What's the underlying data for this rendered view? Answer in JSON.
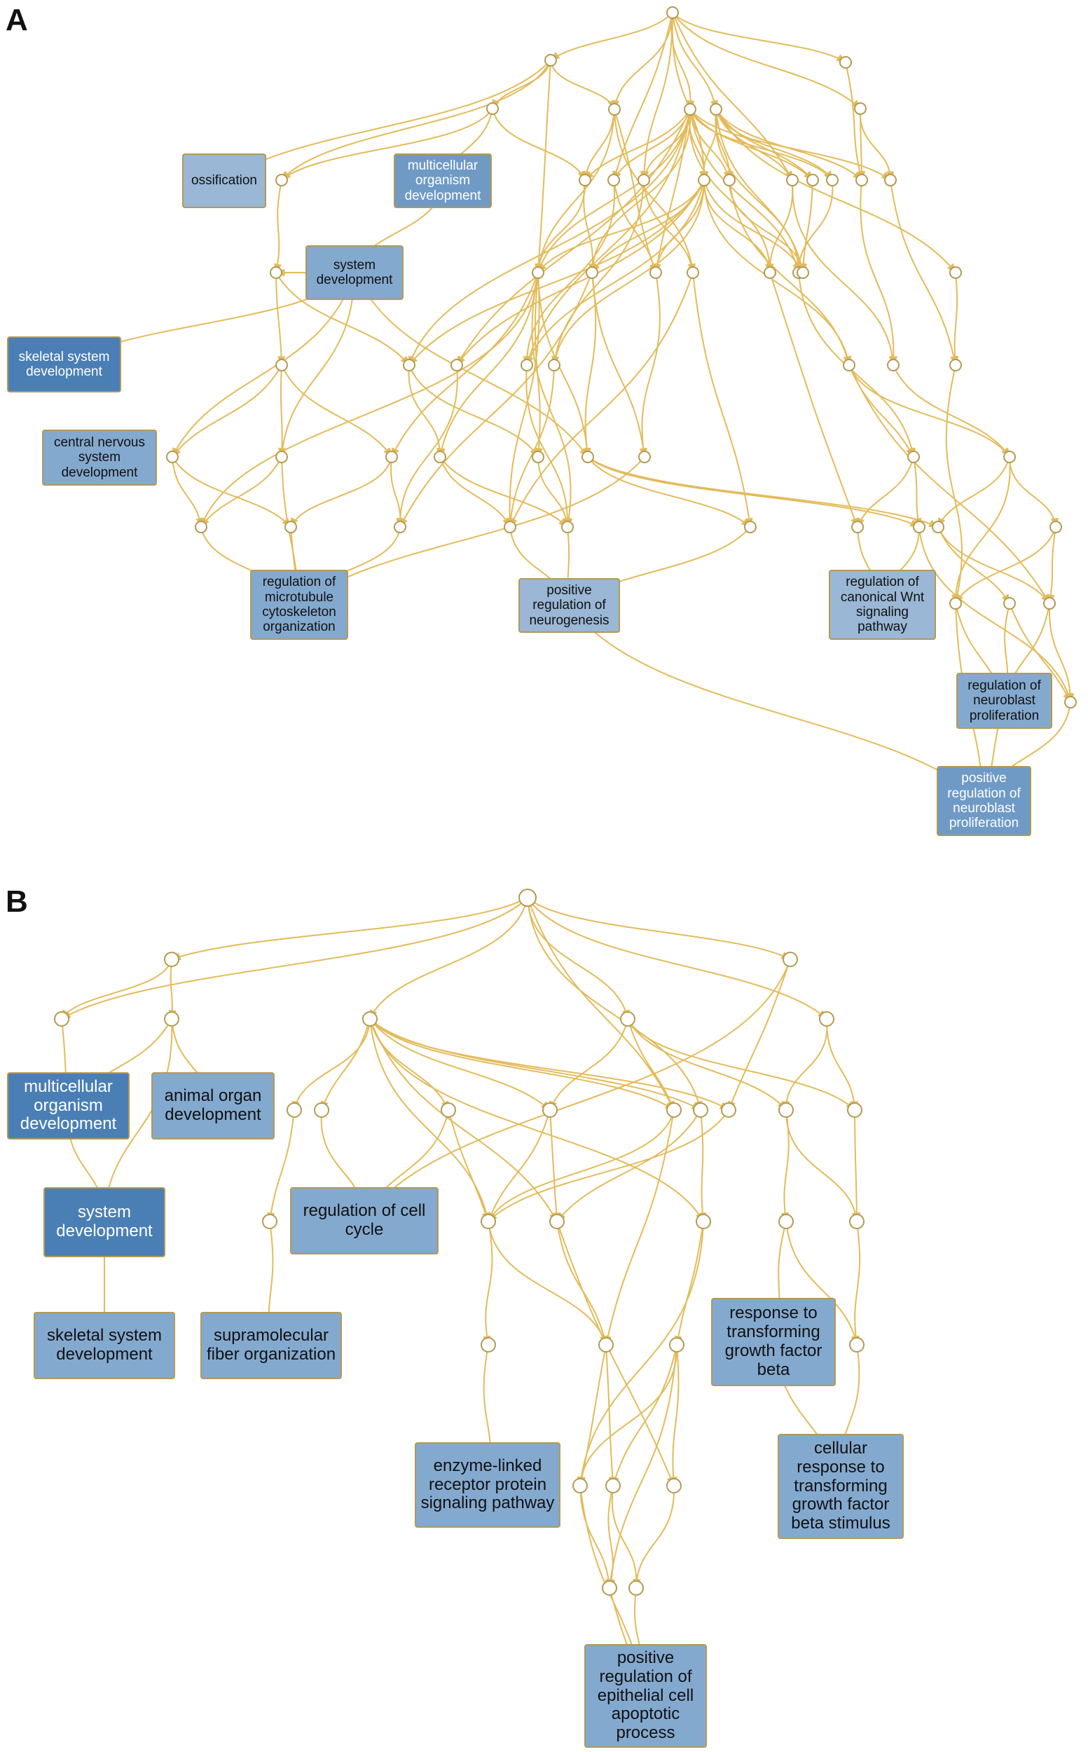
{
  "panel_labels": {
    "a": "A",
    "b": "B"
  },
  "colors": {
    "edge": "#e3bb5a",
    "node_stroke": "#b39a52",
    "node_fill": "#ffffff"
  },
  "panel_a": {
    "terms": [
      {
        "id": "ossification",
        "label": "ossification",
        "shade": "c1"
      },
      {
        "id": "multicellular-organism-development",
        "label": "multicellular organism development",
        "shade": "c3"
      },
      {
        "id": "system-development",
        "label": "system development",
        "shade": "c2"
      },
      {
        "id": "skeletal-system-development",
        "label": "skeletal system development",
        "shade": "c4"
      },
      {
        "id": "central-nervous-system-development",
        "label": "central nervous system development",
        "shade": "c2"
      },
      {
        "id": "regulation-of-microtubule-cytoskeleton-organization",
        "label": "regulation of microtubule cytoskeleton organization",
        "shade": "c2"
      },
      {
        "id": "positive-regulation-of-neurogenesis",
        "label": "positive regulation of neurogenesis",
        "shade": "c1"
      },
      {
        "id": "regulation-of-canonical-wnt-signaling-pathway",
        "label": "regulation of canonical Wnt signaling pathway",
        "shade": "c1"
      },
      {
        "id": "regulation-of-neuroblast-proliferation",
        "label": "regulation of neuroblast proliferation",
        "shade": "c2"
      },
      {
        "id": "positive-regulation-of-neuroblast-proliferation",
        "label": "positive regulation of neuroblast proliferation",
        "shade": "c3"
      }
    ]
  },
  "panel_b": {
    "terms": [
      {
        "id": "multicellular-organism-development",
        "label": "multicellular organism development",
        "shade": "c4"
      },
      {
        "id": "animal-organ-development",
        "label": "animal organ development",
        "shade": "c2"
      },
      {
        "id": "system-development",
        "label": "system development",
        "shade": "c4"
      },
      {
        "id": "regulation-of-cell-cycle",
        "label": "regulation of cell cycle",
        "shade": "c2"
      },
      {
        "id": "skeletal-system-development",
        "label": "skeletal system development",
        "shade": "c2"
      },
      {
        "id": "supramolecular-fiber-organization",
        "label": "supramolecular fiber organization",
        "shade": "c2"
      },
      {
        "id": "response-to-transforming-growth-factor-beta",
        "label": "response to transforming growth factor beta",
        "shade": "c2"
      },
      {
        "id": "enzyme-linked-receptor-protein-signaling-pathway",
        "label": "enzyme-linked receptor protein signaling pathway",
        "shade": "c2"
      },
      {
        "id": "cellular-response-to-transforming-growth-factor-beta-stimulus",
        "label": "cellular response to transforming growth factor beta stimulus",
        "shade": "c2"
      },
      {
        "id": "positive-regulation-of-epithelial-cell-apoptotic-process",
        "label": "positive regulation of epithelial cell apoptotic process",
        "shade": "c2"
      }
    ]
  }
}
